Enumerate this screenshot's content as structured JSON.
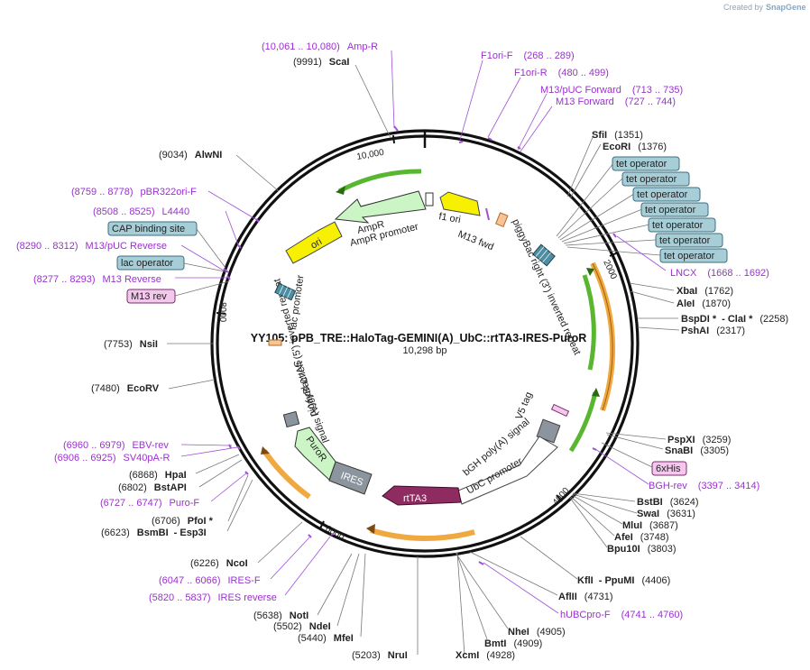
{
  "map": {
    "title": "YY105: pPB_TRE::HaloTag-GEMINI(A)_UbC::rtTA3-IRES-PuroR",
    "length": "10,298 bp",
    "credit": "Created by",
    "brand": "SnapGene"
  },
  "ticks": [
    "2000",
    "4000",
    "6000",
    "8000",
    "10,000"
  ],
  "sites": [
    {
      "pos": "(9991)",
      "name": "ScaI"
    },
    {
      "pos": "(9034)",
      "name": "AlwNI"
    },
    {
      "pos": "(7753)",
      "name": "NsiI"
    },
    {
      "pos": "(7480)",
      "name": "EcoRV"
    },
    {
      "pos": "(6868)",
      "name": "HpaI"
    },
    {
      "pos": "(6802)",
      "name": "BstAPI"
    },
    {
      "pos": "(6706)",
      "name": "PfoI *"
    },
    {
      "pos": "(6623)",
      "name": "BsmBI",
      "extra": "- Esp3I"
    },
    {
      "pos": "(6226)",
      "name": "NcoI"
    },
    {
      "pos": "(5638)",
      "name": "NotI"
    },
    {
      "pos": "(5502)",
      "name": "NdeI"
    },
    {
      "pos": "(5440)",
      "name": "MfeI"
    },
    {
      "pos": "(5203)",
      "name": "NruI"
    },
    {
      "pos": "(4928)",
      "name": "XcmI"
    },
    {
      "pos": "(4909)",
      "name": "BmtI"
    },
    {
      "pos": "(4905)",
      "name": "NheI"
    },
    {
      "pos": "(4731)",
      "name": "AflII"
    },
    {
      "pos": "(4406)",
      "name": "KflI",
      "extra": "- PpuMI"
    },
    {
      "pos": "(3803)",
      "name": "Bpu10I"
    },
    {
      "pos": "(3748)",
      "name": "AfeI"
    },
    {
      "pos": "(3687)",
      "name": "MluI"
    },
    {
      "pos": "(3631)",
      "name": "SwaI"
    },
    {
      "pos": "(3624)",
      "name": "BstBI"
    },
    {
      "pos": "(3305)",
      "name": "SnaBI"
    },
    {
      "pos": "(3259)",
      "name": "PspXI"
    },
    {
      "pos": "(2317)",
      "name": "PshAI"
    },
    {
      "pos": "(2258)",
      "name": "BspDI *",
      "extra": "- ClaI *"
    },
    {
      "pos": "(1870)",
      "name": "AleI"
    },
    {
      "pos": "(1762)",
      "name": "XbaI"
    },
    {
      "pos": "(1376)",
      "name": "EcoRI"
    },
    {
      "pos": "(1351)",
      "name": "SfiI"
    }
  ],
  "primers": [
    {
      "range": "(10,061 .. 10,080)",
      "name": "Amp-R"
    },
    {
      "range": "(268 .. 289)",
      "name": "F1ori-F"
    },
    {
      "range": "(480 .. 499)",
      "name": "F1ori-R"
    },
    {
      "range": "(713 .. 735)",
      "name": "M13/pUC Forward"
    },
    {
      "range": "(727 .. 744)",
      "name": "M13 Forward"
    },
    {
      "range": "(1668 .. 1692)",
      "name": "LNCX"
    },
    {
      "range": "(3397 .. 3414)",
      "name": "BGH-rev"
    },
    {
      "range": "(4741 .. 4760)",
      "name": "hUBCpro-F"
    },
    {
      "range": "(5820 .. 5837)",
      "name": "IRES reverse"
    },
    {
      "range": "(6047 .. 6066)",
      "name": "IRES-F"
    },
    {
      "range": "(6727 .. 6747)",
      "name": "Puro-F"
    },
    {
      "range": "(6906 .. 6925)",
      "name": "SV40pA-R"
    },
    {
      "range": "(6960 .. 6979)",
      "name": "EBV-rev"
    },
    {
      "range": "(8277 .. 8293)",
      "name": "M13 Reverse"
    },
    {
      "range": "(8290 .. 8312)",
      "name": "M13/pUC Reverse"
    },
    {
      "range": "(8508 .. 8525)",
      "name": "L4440"
    },
    {
      "range": "(8759 .. 8778)",
      "name": "pBR322ori-F"
    }
  ],
  "boxes": {
    "tet_operator": "tet operator",
    "cap_binding_site": "CAP binding site",
    "lac_operator": "lac operator",
    "m13_rev": "M13 rev",
    "his_tag": "6xHis"
  },
  "features": {
    "ampr": "AmpR",
    "ampr_promoter": "AmpR promoter",
    "ori": "ori",
    "f1_ori": "f1 ori",
    "m13_fwd": "M13 fwd",
    "piggybac_right": "piggyBac right (3') inverted repeat",
    "piggybac_left": "piggyBac left (5') inverted repeat",
    "lac_promoter": "lac promoter",
    "sv40_polya": "SV40 poly(A) signal",
    "puror": "PuroR",
    "ires": "IRES",
    "rtta3": "rtTA3",
    "ubc_promoter": "UbC promoter",
    "bgh_polya": "bGH poly(A) signal",
    "v5_tag": "V5 tag"
  },
  "colors": {
    "backbone": "#111111",
    "primer": "#9b30d0",
    "site_line": "#777777",
    "box_fill": "#a7cdd6",
    "box_stroke": "#3d6f80",
    "pink_fill": "#f3c8ec",
    "ampr_fill": "#ccf5c6",
    "ori_fill": "#f7f000",
    "rtta3_fill": "#8e2c61",
    "ires_fill": "#8c959e",
    "orange": "#f0a840",
    "green": "#58b630"
  }
}
